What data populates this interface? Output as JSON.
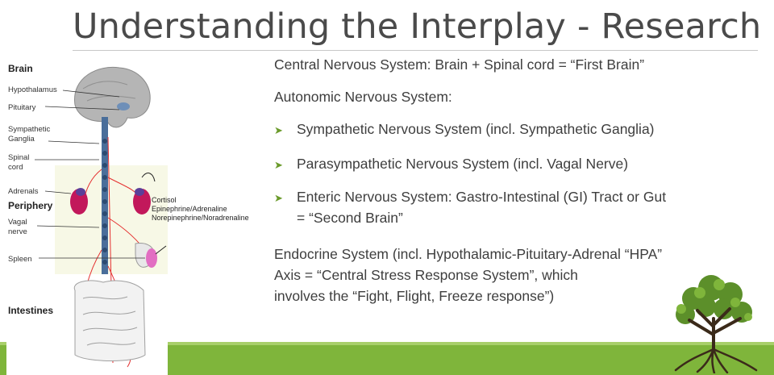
{
  "slide": {
    "title": "Understanding the Interplay - Research"
  },
  "anatomy": {
    "labels": {
      "brain": "Brain",
      "hypothalamus": "Hypothalamus",
      "pituitary": "Pituitary",
      "sympathetic_ganglia_1": "Sympathetic",
      "sympathetic_ganglia_2": "Ganglia",
      "spinal_cord_1": "Spinal",
      "spinal_cord_2": "cord",
      "adrenals": "Adrenals",
      "periphery": "Periphery",
      "vagal_nerve_1": "Vagal",
      "vagal_nerve_2": "nerve",
      "spleen": "Spleen",
      "intestines": "Intestines"
    },
    "hormones": {
      "cortisol": "Cortisol",
      "epinephrine": "Epinephrine/Adrenaline",
      "norepinephrine": "Norepinephrine/Noradrenaline"
    }
  },
  "content": {
    "cns": "Central Nervous System: Brain + Spinal cord = “First Brain”",
    "ans": "Autonomic Nervous System:",
    "bullets": [
      "Sympathetic Nervous System (incl. Sympathetic Ganglia)",
      "Parasympathetic Nervous System (incl. Vagal Nerve)",
      "Enteric Nervous System: Gastro-Intestinal (GI) Tract or Gut"
    ],
    "bullet3_cont": "= “Second Brain”",
    "endocrine_1": "Endocrine System (incl. Hypothalamic-Pituitary-Adrenal “HPA”",
    "endocrine_2": "Axis = “Central Stress Response System”, which",
    "endocrine_3": "involves the “Fight, Flight, Freeze response”)"
  },
  "colors": {
    "accent_green": "#7fb53b",
    "bullet_green": "#6a9a2a",
    "nerve_red": "#e53030",
    "organ_magenta": "#c2185b"
  }
}
